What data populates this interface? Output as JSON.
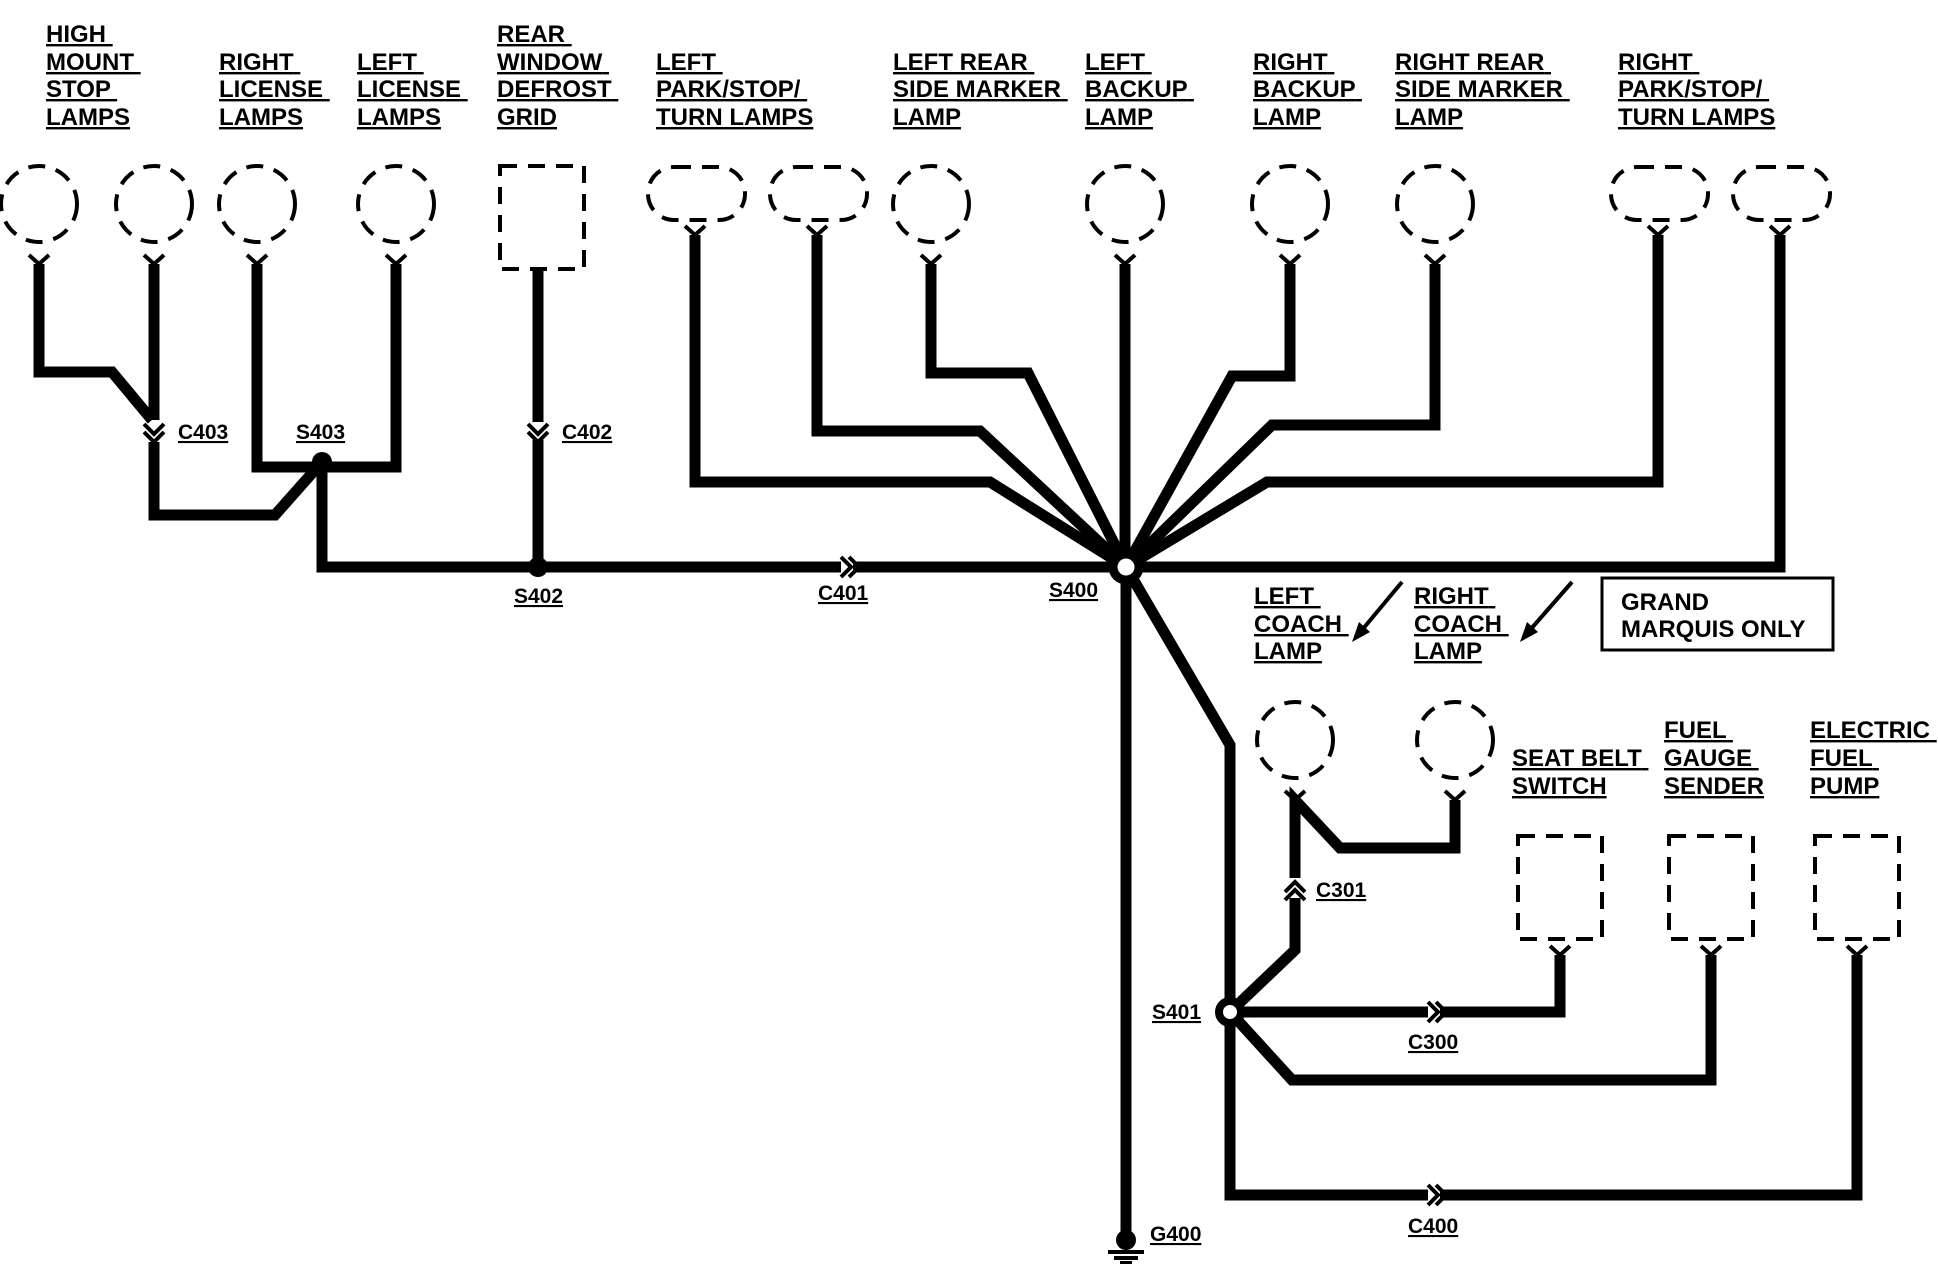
{
  "components": {
    "high_mount_stop_lamps": [
      "HIGH",
      "MOUNT",
      "STOP",
      "LAMPS"
    ],
    "right_license_lamps": [
      "RIGHT",
      "LICENSE",
      "LAMPS"
    ],
    "left_license_lamps": [
      "LEFT",
      "LICENSE",
      "LAMPS"
    ],
    "rear_window_defrost_grid": [
      "REAR",
      "WINDOW",
      "DEFROST",
      "GRID"
    ],
    "left_park_stop_turn_lamps": [
      "LEFT",
      "PARK/STOP/",
      "TURN LAMPS"
    ],
    "left_rear_side_marker_lamp": [
      "LEFT REAR",
      "SIDE MARKER",
      "LAMP"
    ],
    "left_backup_lamp": [
      "LEFT",
      "BACKUP",
      "LAMP"
    ],
    "right_backup_lamp": [
      "RIGHT",
      "BACKUP",
      "LAMP"
    ],
    "right_rear_side_marker_lamp": [
      "RIGHT REAR",
      "SIDE MARKER",
      "LAMP"
    ],
    "right_park_stop_turn_lamps": [
      "RIGHT",
      "PARK/STOP/",
      "TURN LAMPS"
    ],
    "left_coach_lamp": [
      "LEFT",
      "COACH",
      "LAMP"
    ],
    "right_coach_lamp": [
      "RIGHT",
      "COACH",
      "LAMP"
    ],
    "seat_belt_switch": [
      "SEAT BELT",
      "SWITCH"
    ],
    "fuel_gauge_sender": [
      "FUEL",
      "GAUGE",
      "SENDER"
    ],
    "electric_fuel_pump": [
      "ELECTRIC",
      "FUEL",
      "PUMP"
    ]
  },
  "note": [
    "GRAND",
    "MARQUIS ONLY"
  ],
  "connectors": {
    "c403": "C403",
    "c402": "C402",
    "c401": "C401",
    "c301": "C301",
    "c300": "C300",
    "c400": "C400"
  },
  "splices": {
    "s403": "S403",
    "s402": "S402",
    "s400": "S400",
    "s401": "S401"
  },
  "ground": "G400"
}
